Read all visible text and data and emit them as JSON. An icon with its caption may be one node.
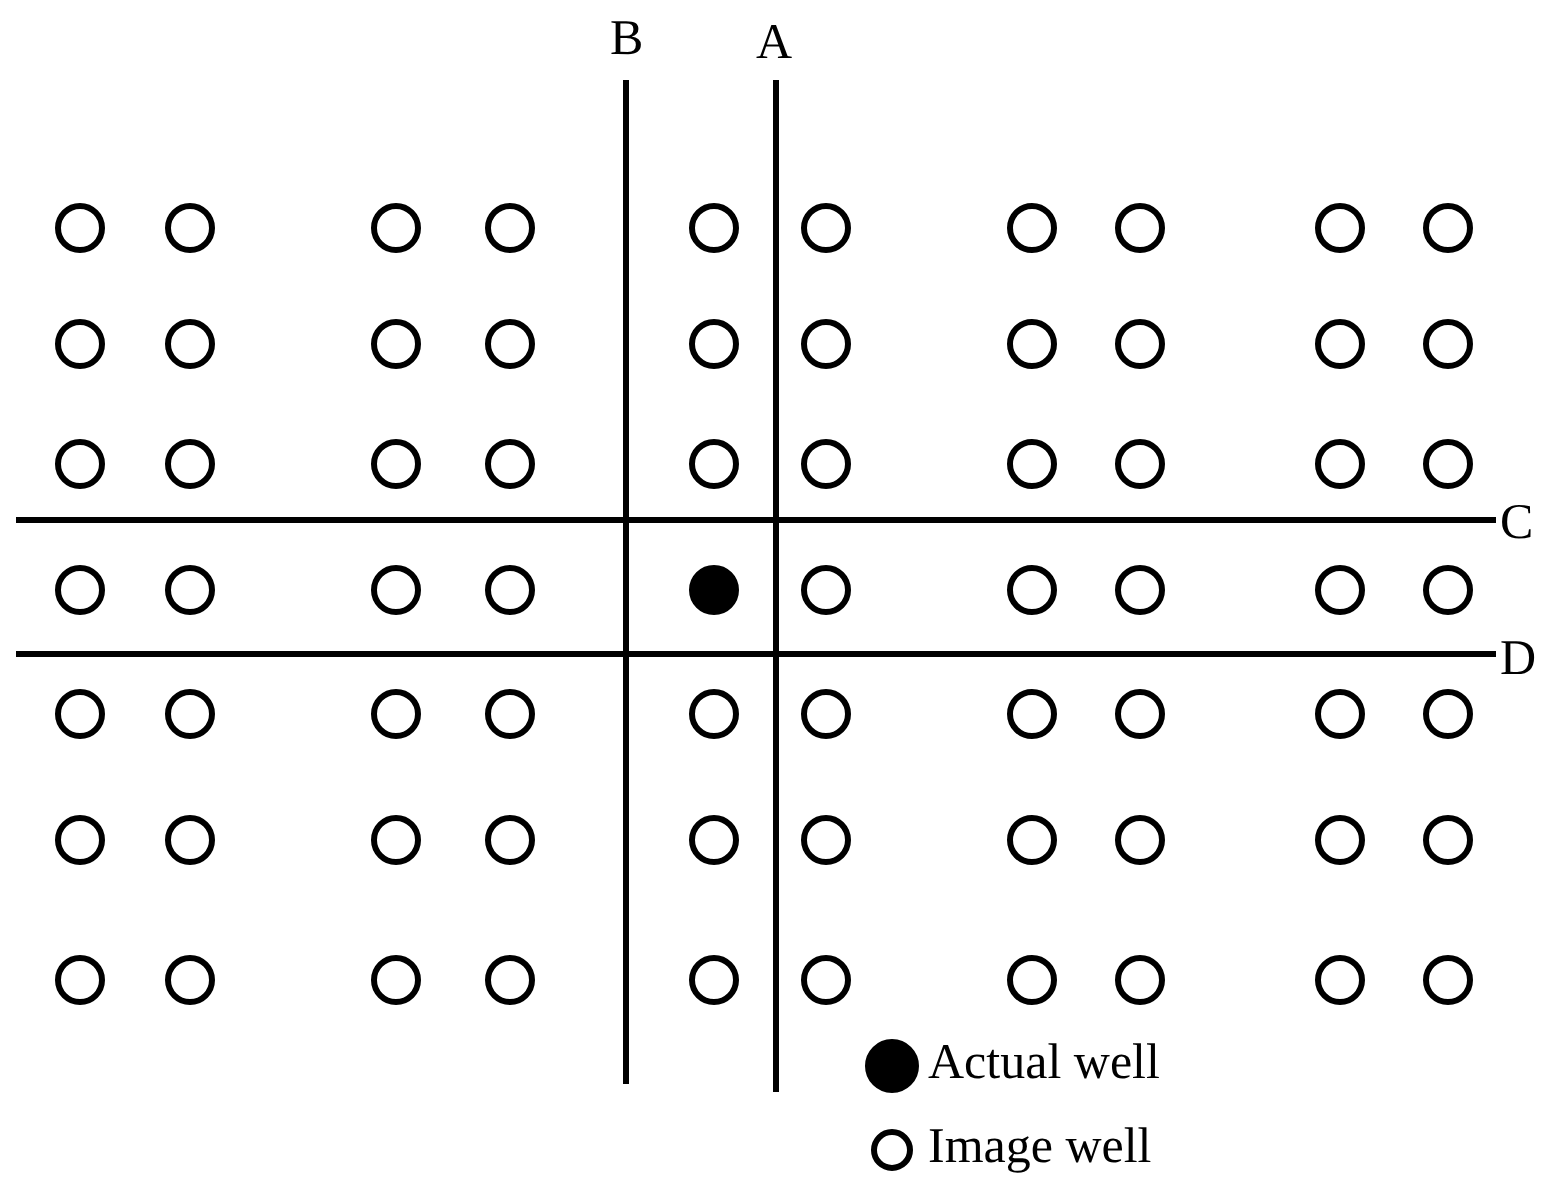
{
  "diagram": {
    "labels": [
      "B",
      "A",
      "C",
      "D"
    ],
    "legend": [
      {
        "text": "Actual well"
      },
      {
        "text": "Image well"
      }
    ]
  }
}
